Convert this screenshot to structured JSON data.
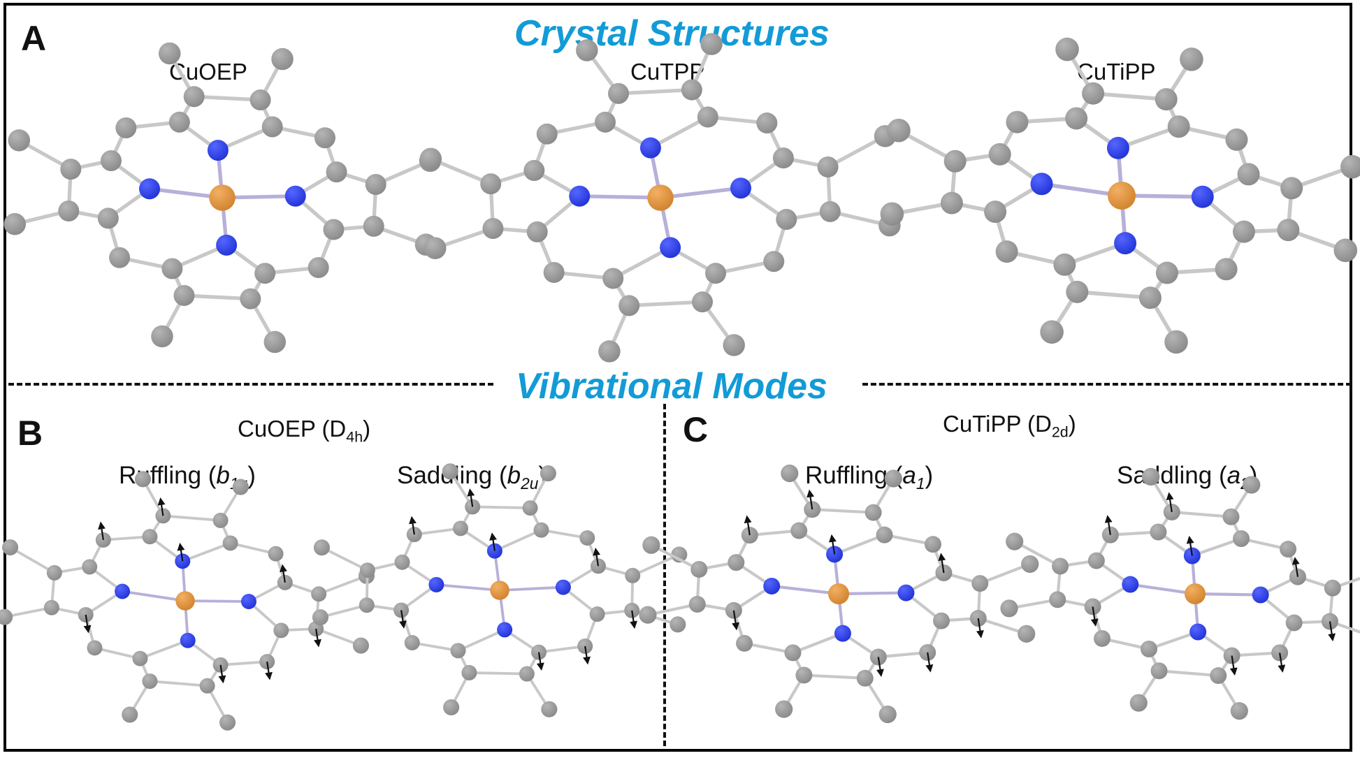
{
  "titles": {
    "crystal": "Crystal Structures",
    "vibrational": "Vibrational Modes"
  },
  "panels": {
    "a": "A",
    "b": "B",
    "c": "C"
  },
  "crystal": {
    "cuoep": "CuOEP",
    "cutpp": "CuTPP",
    "cutipp": "CuTiPP"
  },
  "modes_b": {
    "group_name": "CuOEP (D",
    "group_sub": "4h",
    "group_close": ")",
    "ruffling_name": "Ruffling (",
    "ruffling_sym": "b",
    "ruffling_sub": "1u",
    "saddling_name": "Saddling (",
    "saddling_sym": "b",
    "saddling_sub": "2u",
    "close": ")"
  },
  "modes_c": {
    "group_name": "CuTiPP (D",
    "group_sub": "2d",
    "group_close": ")",
    "ruffling_name": "Ruffling (",
    "ruffling_sym": "a",
    "ruffling_sub": "1",
    "saddling_name": "Saddling (",
    "saddling_sym": "a",
    "saddling_sub": "2",
    "close": ")"
  },
  "colors": {
    "carbon": "#8c8c8c",
    "nitrogen": "#2436d8",
    "copper": "#d3852f",
    "bond": "#c8c8c8",
    "title": "#129bd6",
    "arrow": "#111111"
  }
}
